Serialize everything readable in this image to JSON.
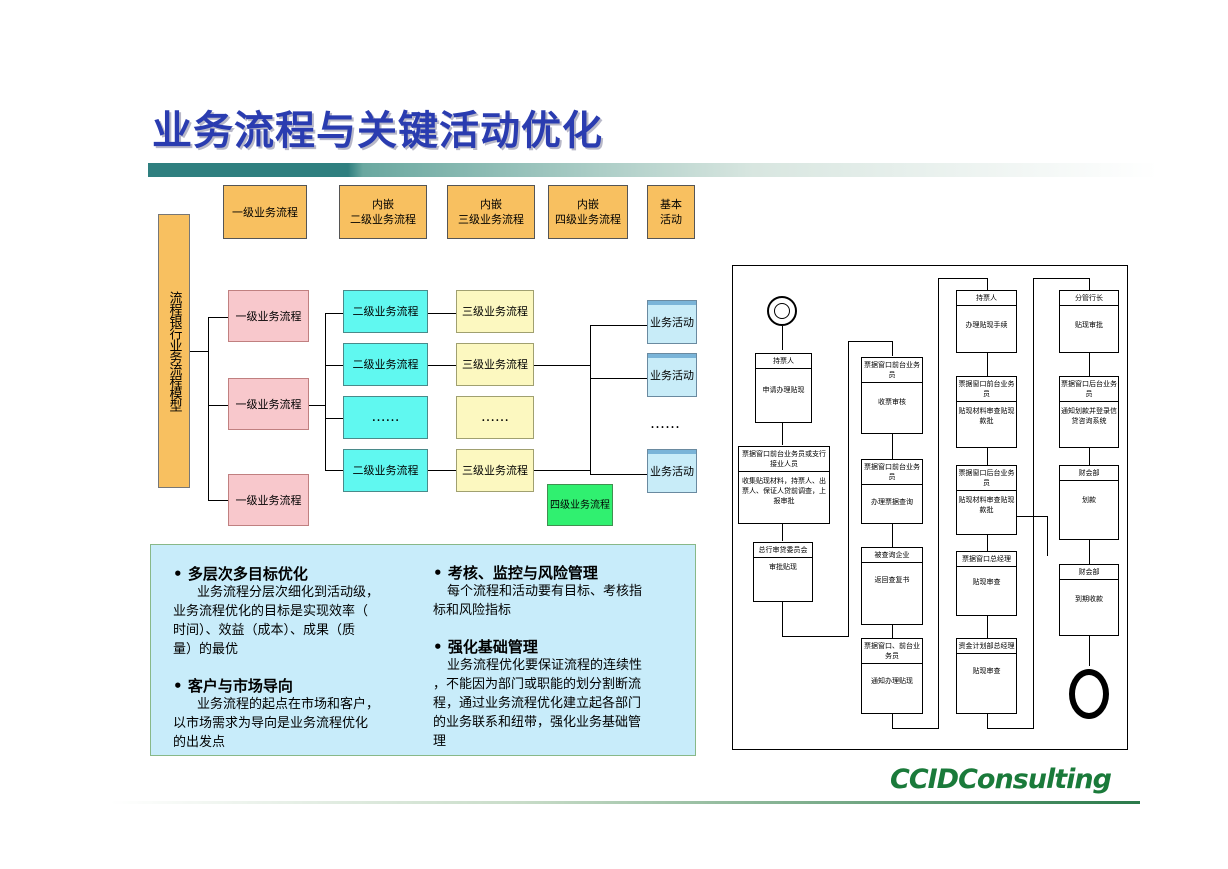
{
  "title": "业务流程与关键活动优化",
  "legend": {
    "l1": "一级业务流程",
    "l2": [
      "内嵌",
      "二级业务流程"
    ],
    "l3": [
      "内嵌",
      "三级业务流程"
    ],
    "l4": [
      "内嵌",
      "四级业务流程"
    ],
    "l5": [
      "基本",
      "活动"
    ]
  },
  "model_label": "流程银行业务流程模型",
  "hierarchy": {
    "level1": [
      "一级业务流程",
      "一级业务流程",
      "一级业务流程"
    ],
    "level2": [
      "二级业务流程",
      "二级业务流程",
      "……",
      "二级业务流程"
    ],
    "level3": [
      "三级业务流程",
      "三级业务流程",
      "……",
      "三级业务流程"
    ],
    "level4": "四级业务流程",
    "activities": [
      "业务活动",
      "业务活动",
      "……",
      "业务活动"
    ]
  },
  "bullets": [
    {
      "title": "多层次多目标优化",
      "lines": [
        "业务流程分层次细化到活动级，",
        "业务流程优化的目标是实现效率（",
        "时间）、效益（成本）、成果（质",
        "量）的最优"
      ]
    },
    {
      "title": "客户与市场导向",
      "lines": [
        "业务流程的起点在市场和客户，",
        "以市场需求为导向是业务流程优化",
        "的出发点"
      ]
    },
    {
      "title": "考核、监控与风险管理",
      "lines": [
        "每个流程和活动要有目标、考核指",
        "标和风险指标"
      ]
    },
    {
      "title": "强化基础管理",
      "lines": [
        "业务流程优化要保证流程的连续性",
        "，不能因为部门或职能的划分割断流",
        "程，通过业务流程优化建立起各部门",
        "的业务联系和纽带，强化业务基础管",
        "理"
      ]
    }
  ],
  "flow": {
    "c1": [
      {
        "h": "持票人",
        "c": "申请办理贴现"
      },
      {
        "h": "票据窗口前台业务员或支行接业人员",
        "c": "收集贴现材料，持票人、出票人、保证人贷前调查，上报审批"
      },
      {
        "h": "总行审贷委员会",
        "c": "审批贴现"
      }
    ],
    "c2": [
      {
        "h": "票据窗口前台业务员",
        "c": "收票审核"
      },
      {
        "h": "票据窗口前台业务员",
        "c": "办理票据查询"
      },
      {
        "h": "被查询企业",
        "c": "返回查复书"
      },
      {
        "h": "票据窗口、前台业务员",
        "c": "通知办理贴现"
      }
    ],
    "c3": [
      {
        "h": "持票人",
        "c": "办理贴现手续"
      },
      {
        "h": "票据窗口前台业务员",
        "c": "贴现材料审查贴现款批"
      },
      {
        "h": "票据窗口后台业务员",
        "c": "贴现材料审查贴现款批"
      },
      {
        "h": "票据窗口总经理",
        "c": "贴现审查"
      },
      {
        "h": "资金计划部总经理",
        "c": "贴现审查"
      }
    ],
    "c4": [
      {
        "h": "分管行长",
        "c": "贴现审批"
      },
      {
        "h": "票据窗口后台业务员",
        "c": "通知划款并登录信贷咨询系统"
      },
      {
        "h": "财会部",
        "c": "划款"
      },
      {
        "h": "财会部",
        "c": "到期收款"
      }
    ]
  },
  "logo": "CCIDConsulting",
  "colors": {
    "title": "#2a3cb0",
    "orange": "#f8c060",
    "pink": "#f8c8cc",
    "cyan": "#60f8f0",
    "yellow": "#fcf8c0",
    "green": "#30f070",
    "panel": "#c8ecfa",
    "logo": "#1a7a3a"
  }
}
